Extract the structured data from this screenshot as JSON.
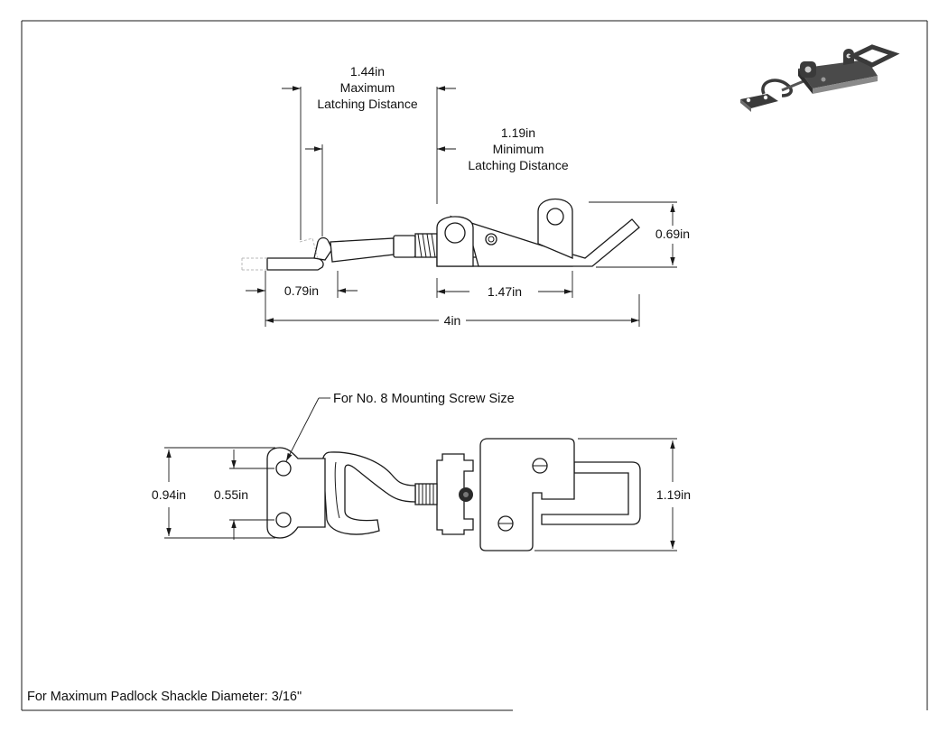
{
  "dimensions": {
    "max_latch_value": "1.44in",
    "max_latch_line1": "Maximum",
    "max_latch_line2": "Latching Distance",
    "min_latch_value": "1.19in",
    "min_latch_line1": "Minimum",
    "min_latch_line2": "Latching Distance",
    "side_height": "0.69in",
    "keeper_length": "0.79in",
    "base_length": "1.47in",
    "overall_length": "4in",
    "keeper_height": "0.94in",
    "hole_spacing": "0.55in",
    "handle_width": "1.19in"
  },
  "notes": {
    "screw_size": "For No. 8 Mounting Screw Size",
    "padlock": "For Maximum Padlock Shackle Diameter: 3/16\""
  },
  "colors": {
    "line": "#1a1a1a",
    "preview_dark": "#3a3a3a",
    "preview_mid": "#8a8a8a"
  }
}
